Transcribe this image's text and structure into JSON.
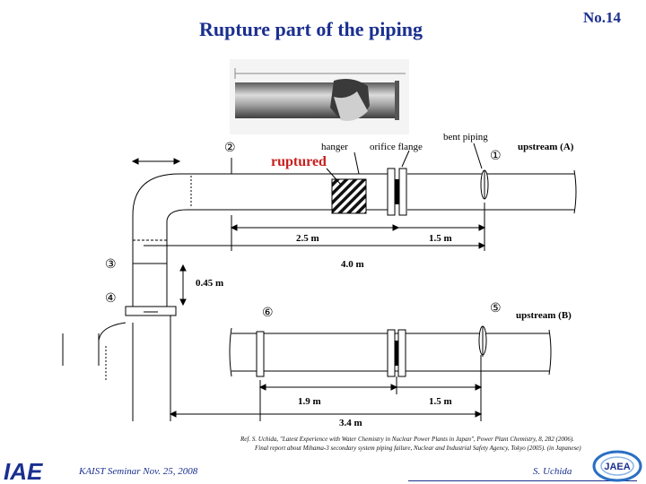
{
  "header": {
    "title": "Rupture part of the piping",
    "page_number": "No.14"
  },
  "diagram": {
    "labels": {
      "hanger": "hanger",
      "orifice_flange": "orifice flange",
      "bent_piping": "bent piping",
      "upstream_a": "upstream (A)",
      "upstream_b": "upstream (B)",
      "ruptured": "ruptured"
    },
    "point_markers": [
      "②",
      "①",
      "③",
      "④",
      "⑤",
      "⑥"
    ],
    "dimensions": {
      "top_left_span": "2.5 m",
      "top_right_span": "1.5 m",
      "top_total": "4.0 m",
      "vertical_offset": "0.45 m",
      "bottom_left_span": "1.9 m",
      "bottom_right_span": "1.5 m",
      "bottom_total": "3.4 m"
    }
  },
  "reference": {
    "line1": "Ref. S. Uchida, \"Latest Experience with Water Chemistry in Nuclear Power Plants in Japan\", Power Plant Chemistry, 8, 282 (2006).",
    "line2": "Final report about Mihama-3 secondary system piping failure, Nuclear and Industrial Safety Agency, Tokyo (2005). (in Japanese)"
  },
  "footer": {
    "seminar": "KAIST Seminar  Nov. 25, 2008",
    "author": "S. Uchida"
  },
  "logos": {
    "left_text": "IAE",
    "right_text": "JAEA"
  },
  "colors": {
    "title": "#1a2f8f",
    "ruptured": "#c81e1e"
  }
}
